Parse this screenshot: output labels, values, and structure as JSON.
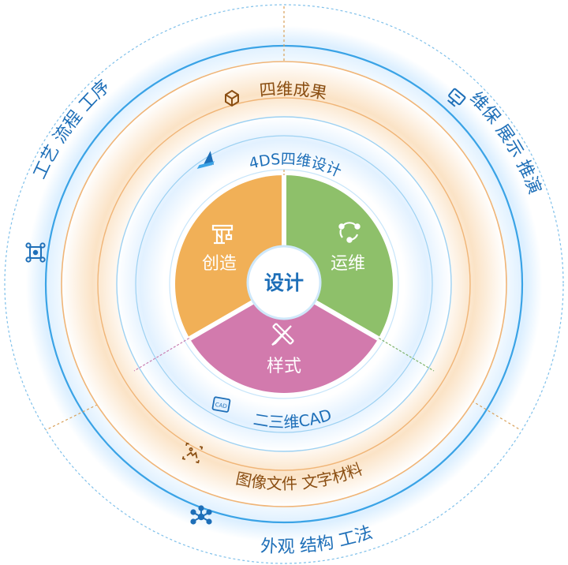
{
  "center": {
    "label": "设计"
  },
  "segments": [
    {
      "label": "创造",
      "icon": "crane-icon",
      "color": "#f1b057"
    },
    {
      "label": "运维",
      "icon": "cycle-icon",
      "color": "#8ec06a"
    },
    {
      "label": "样式",
      "icon": "ruler-pencil-icon",
      "color": "#d27aad"
    }
  ],
  "rings": {
    "design_4ds": {
      "label": "4DS四维设计",
      "icon": "4ds-logo-icon"
    },
    "cad": {
      "label": "二三维CAD",
      "icon": "cad-file-icon"
    },
    "results": {
      "label": "四维成果",
      "icon": "cube-icon"
    },
    "media": {
      "label": "图像文件 文字材料",
      "icon": "image-scan-icon"
    },
    "outer_left": {
      "label": "工艺 流程 工序",
      "icon": "process-icon"
    },
    "outer_right": {
      "label": "维保 展示 推演",
      "icon": "screen-icon"
    },
    "outer_bottom": {
      "label": "外观 结构 工法",
      "icon": "network-icon"
    }
  },
  "colors": {
    "blue": "#1e6fb8",
    "orange": "#e0a262",
    "yellow": "#f1b057",
    "green": "#8ec06a",
    "pink": "#d27aad"
  }
}
